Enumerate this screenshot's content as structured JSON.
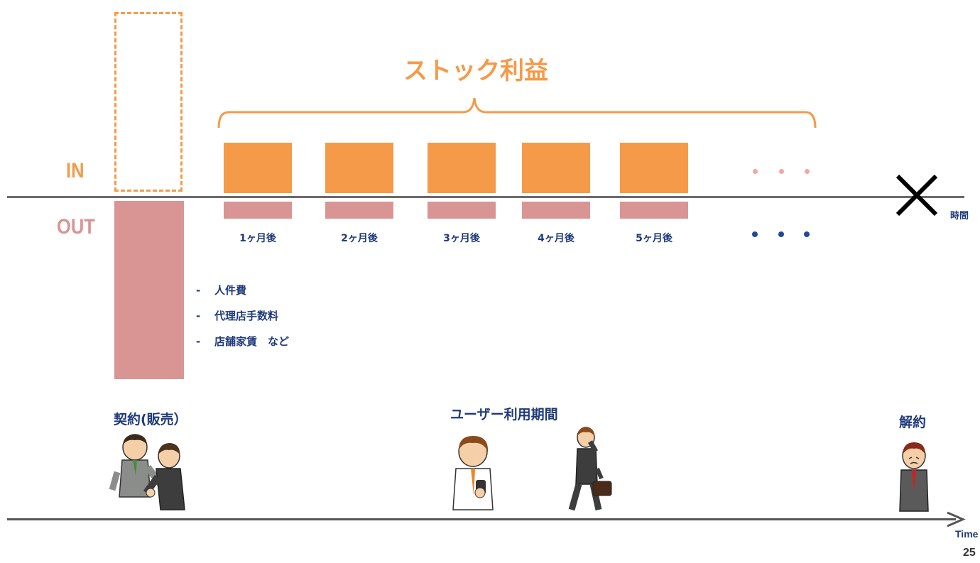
{
  "labels": {
    "in": "IN",
    "out": "OUT",
    "stock_profit": "ストック利益",
    "time_jp": "時間",
    "time_en": "Time",
    "page_number": "25"
  },
  "months": [
    "1ヶ月後",
    "2ヶ月後",
    "3ヶ月後",
    "4ヶ月後",
    "5ヶ月後"
  ],
  "dots": "・・・",
  "costs": [
    {
      "dash": "-",
      "text": "人件費"
    },
    {
      "dash": "-",
      "text": "代理店手数料"
    },
    {
      "dash": "-",
      "text": "店舗家賃　など"
    }
  ],
  "phases": {
    "contract": "契約(販売）",
    "usage": "ユーザー利用期間",
    "cancel": "解約"
  },
  "colors": {
    "in_orange": "#f59a48",
    "out_pink": "#d99594",
    "text_navy": "#1f3a7a",
    "axis_gray": "#6b6b6b"
  },
  "icons": [
    "cancel-x-icon",
    "time-arrow-icon",
    "orange-brace-icon",
    "handshake-people-illustration",
    "phone-user-illustration",
    "walking-businessman-illustration",
    "sad-businessman-illustration"
  ]
}
